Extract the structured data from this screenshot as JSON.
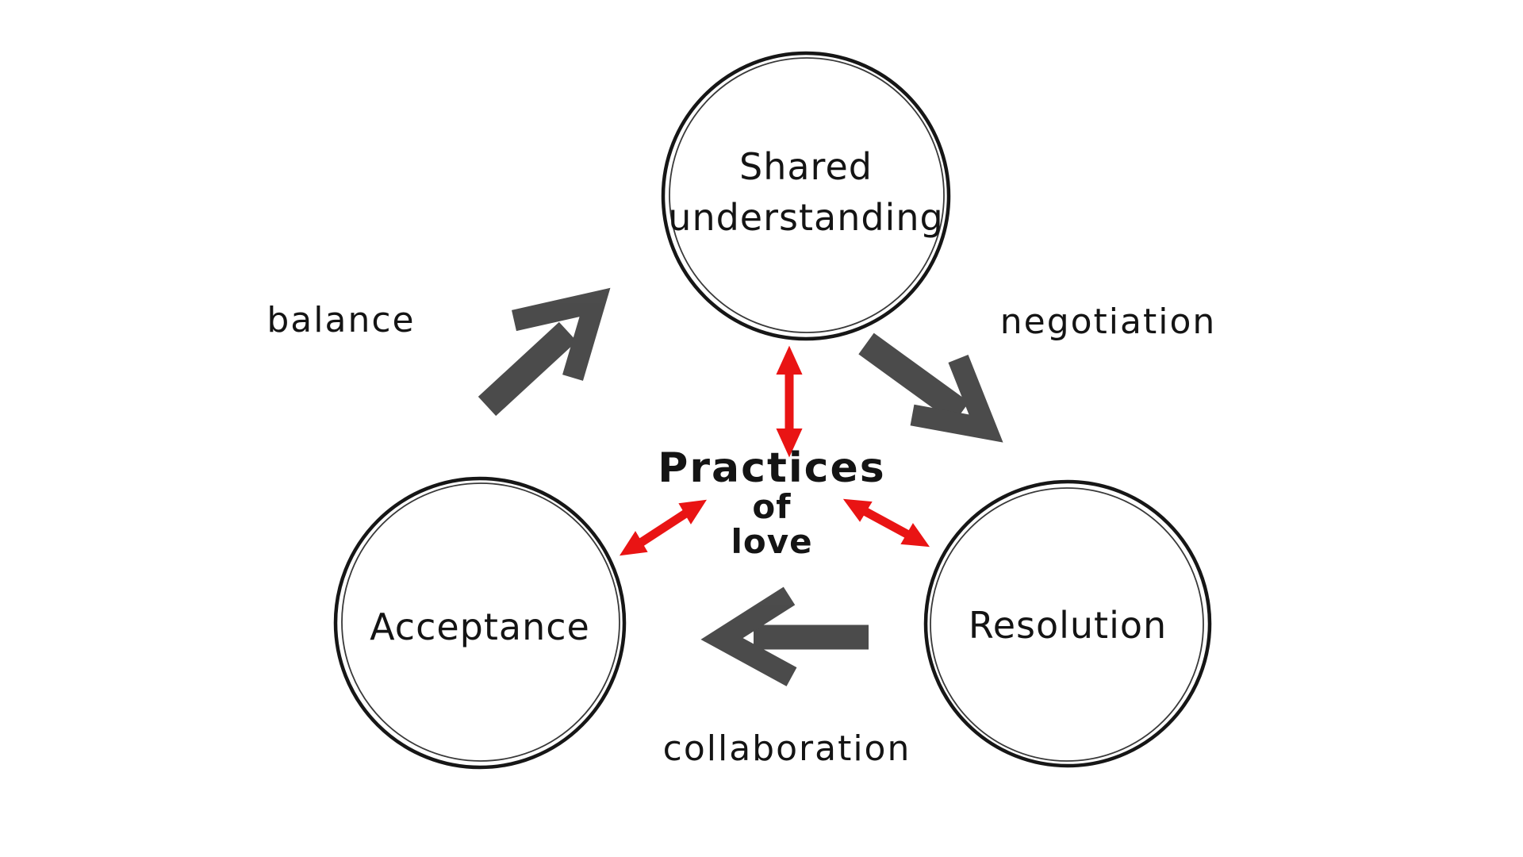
{
  "diagram": {
    "nodes": {
      "shared": {
        "line1": "Shared",
        "line2": "understanding"
      },
      "acceptance": {
        "label": "Acceptance"
      },
      "resolution": {
        "label": "Resolution"
      }
    },
    "center": {
      "line1": "Practices",
      "line2": "of",
      "line3": "love"
    },
    "edge_labels": {
      "balance": "balance",
      "negotiation": "negotiation",
      "collaboration": "collaboration"
    },
    "colors": {
      "background": "#ffffff",
      "ink": "#141414",
      "circle_stroke": "#161616",
      "thick_arrow": "#424242",
      "red_arrow": "#e91414"
    }
  }
}
